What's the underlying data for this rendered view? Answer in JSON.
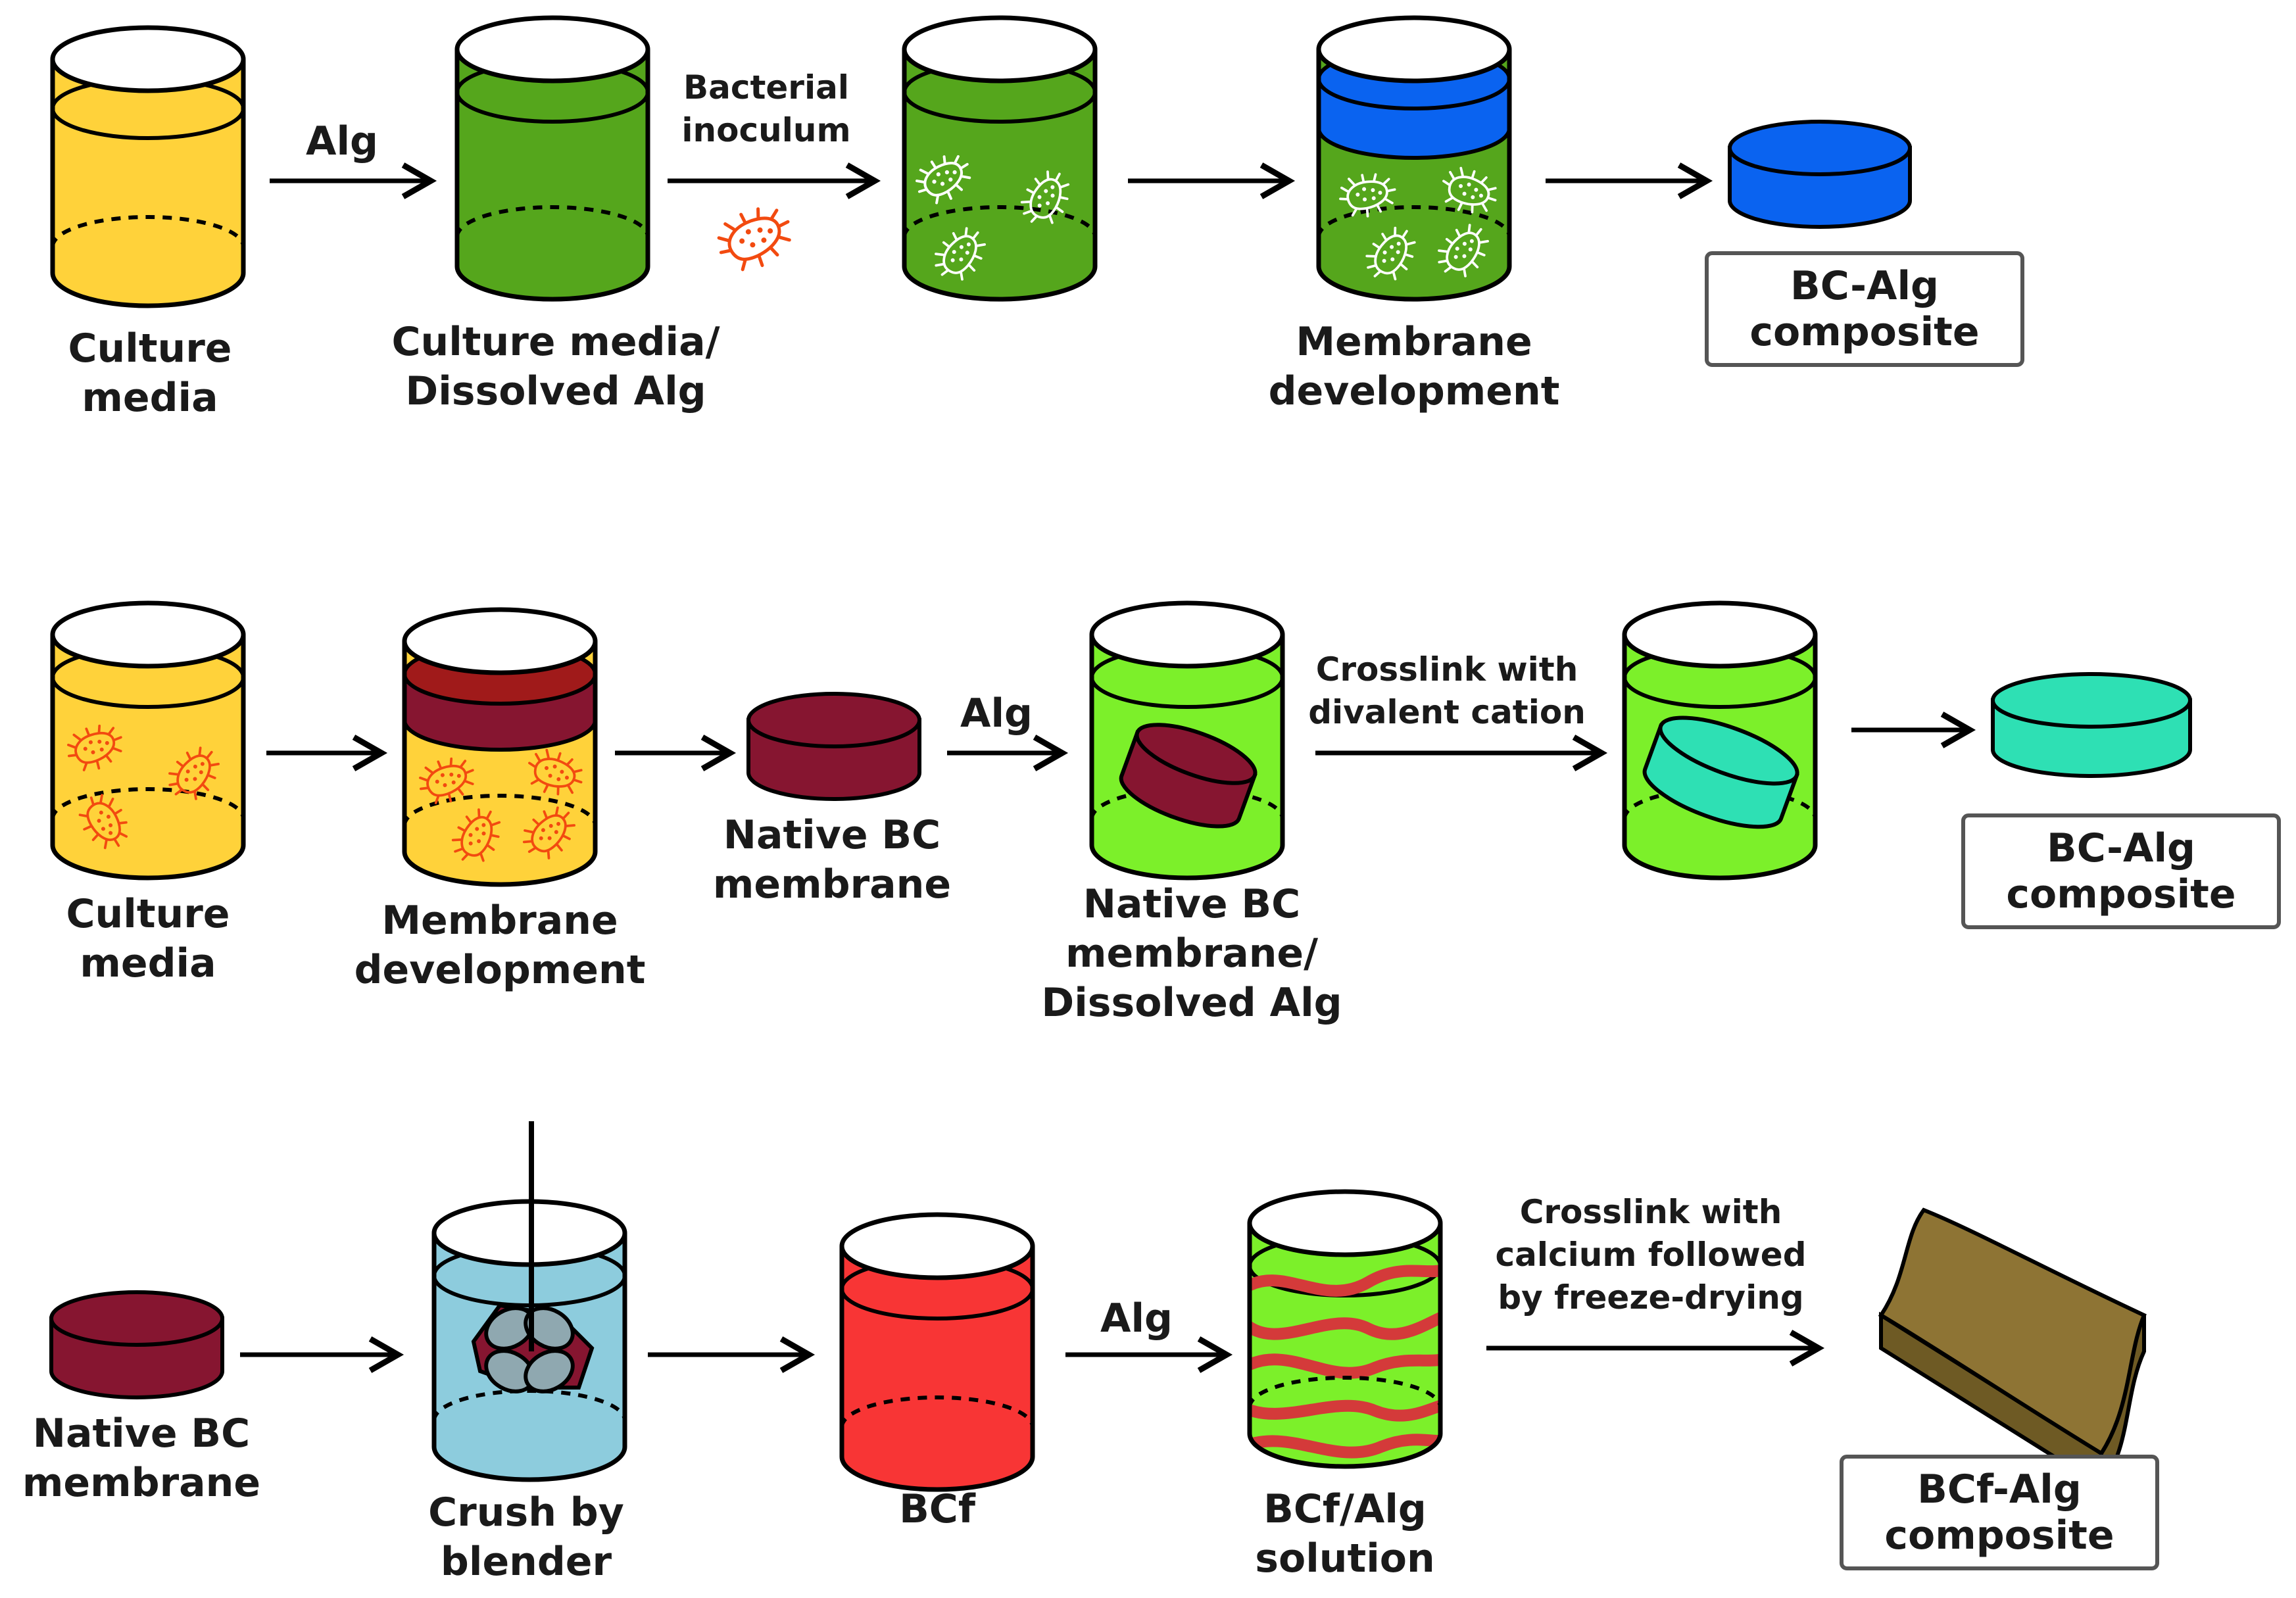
{
  "colors": {
    "culture_yellow": "#FFD23A",
    "alg_green": "#55A61C",
    "lime_green": "#7CF02A",
    "blue_membrane": "#0A63F0",
    "maroon_membrane": "#861530",
    "teal_membrane": "#2EE0B4",
    "light_blue": "#8DCCDD",
    "red_bcf": "#F83535",
    "tan_composite": "#8E7434",
    "bacteria_red": "#F24A10"
  },
  "row1": {
    "beaker1_label": [
      "Culture",
      "media"
    ],
    "arrow1_label": "Alg",
    "beaker2_label": [
      "Culture media/",
      "Dissolved Alg"
    ],
    "arrow2_label": [
      "Bacterial",
      "inoculum"
    ],
    "beaker4_label": [
      "Membrane",
      "development"
    ],
    "product_label": [
      "BC-Alg",
      "composite"
    ]
  },
  "row2": {
    "beaker1_label": [
      "Culture",
      "media"
    ],
    "beaker2_label": [
      "Membrane",
      "development"
    ],
    "membrane_label": [
      "Native BC",
      "membrane"
    ],
    "arrow_alg_label": "Alg",
    "beaker3_label": [
      "Native BC",
      "membrane/",
      "Dissolved Alg"
    ],
    "arrow_crosslink_label": [
      "Crosslink with",
      "divalent cation"
    ],
    "product_label": [
      "BC-Alg",
      "composite"
    ]
  },
  "row3": {
    "membrane_label": [
      "Native BC",
      "membrane"
    ],
    "blender_label": [
      "Crush by",
      "blender"
    ],
    "bcf_label": "BCf",
    "arrow_alg_label": "Alg",
    "solution_label": [
      "BCf/Alg",
      "solution"
    ],
    "arrow_crosslink_label": [
      "Crosslink with",
      "calcium followed",
      "by freeze-drying"
    ],
    "product_label": [
      "BCf-Alg",
      "composite"
    ]
  }
}
